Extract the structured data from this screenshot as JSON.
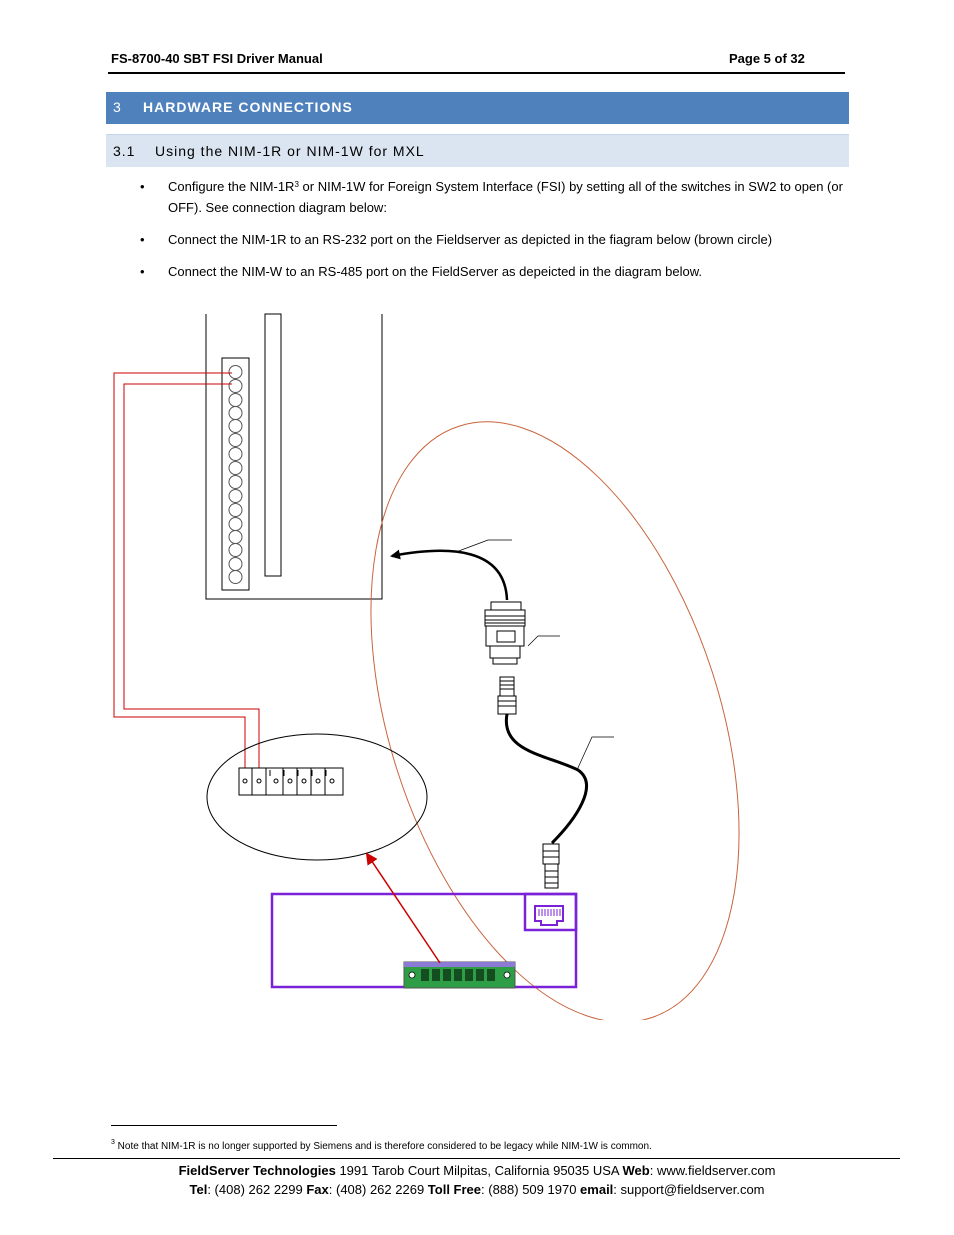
{
  "header": {
    "title": "FS-8700-40 SBT FSI Driver Manual",
    "page": "Page 5 of 32"
  },
  "section": {
    "number": "3",
    "title": "HARDWARE CONNECTIONS"
  },
  "subsection": {
    "number": "3.1",
    "title": "Using the NIM-1R or NIM-1W for MXL"
  },
  "bullets": [
    {
      "pre": "Configure the NIM-1R",
      "sup": "3",
      "post": "  or NIM-1W for Foreign System Interface (FSI) by setting all of the switches in SW2 to open (or OFF).  See connection diagram below:"
    },
    {
      "text": "Connect the NIM-1R to an RS-232 port on the Fieldserver as depicted in the fiagram below (brown circle)"
    },
    {
      "text": "Connect the NIM-W to an RS-485 port on the FieldServer as depeicted in the diagram below."
    }
  ],
  "bullet_glyph": "•",
  "footnote": {
    "mark": "3",
    "text": " Note that NIM-1R is no longer supported by Siemens and is therefore considered to be legacy while NIM-1W is common."
  },
  "footer": {
    "company_label": "FieldServer Technologies",
    "address": " 1991 Tarob Court Milpitas, California 95035 USA   ",
    "web_label": "Web",
    "web": ": www.fieldserver.com",
    "tel_label": "Tel",
    "tel": ": (408) 262 2299   ",
    "fax_label": "Fax",
    "fax": ": (408) 262 2269   ",
    "tollfree_label": "Toll Free",
    "tollfree": ": (888) 509 1970   ",
    "email_label": "email",
    "email": ": support@fieldserver.com"
  },
  "colors": {
    "heading1_bg": "#4f81bd",
    "heading2_bg": "#dbe5f1",
    "wire_red": "#cc0000",
    "ellipse_brown": "#c8643c",
    "fieldserver_purple": "#7b22d8",
    "terminal_green": "#2e9e46"
  }
}
